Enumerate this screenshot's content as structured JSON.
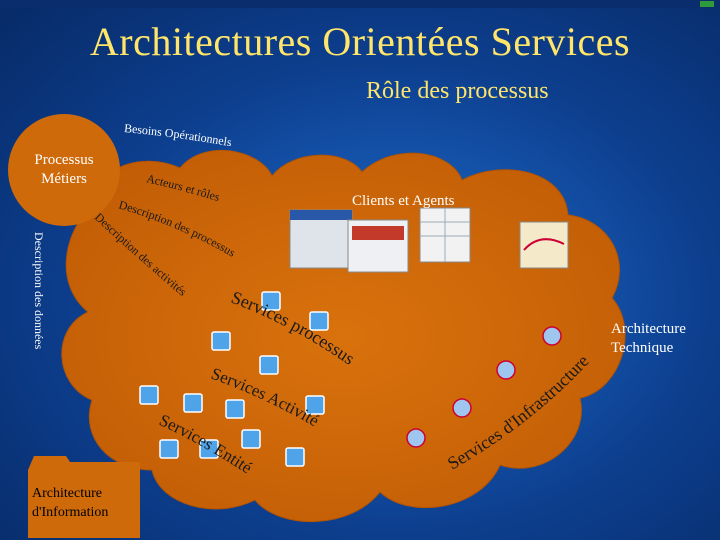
{
  "slide": {
    "title": "Architectures Orientées Services",
    "subtitle": "Rôle des processus"
  },
  "labels": {
    "processus_metiers": "Processus Métiers",
    "besoins": "Besoins Opérationnels",
    "acteurs": "Acteurs et rôles",
    "description_processus": "Description des processus",
    "description_activites": "Description des activités",
    "description_donnees": "Description des données",
    "clients": "Clients et Agents",
    "services_processus": "Services processus",
    "services_activite": "Services Activité",
    "services_entite": "Services Entité",
    "services_infrastructure": "Services d'Infrastructure",
    "architecture_technique": "Architecture Technique",
    "architecture_information": "Architecture d'Information"
  },
  "colors": {
    "title": "#ffe56a",
    "cloud": "#cf6a0a",
    "text_on_cloud": "#1a1a1a"
  }
}
